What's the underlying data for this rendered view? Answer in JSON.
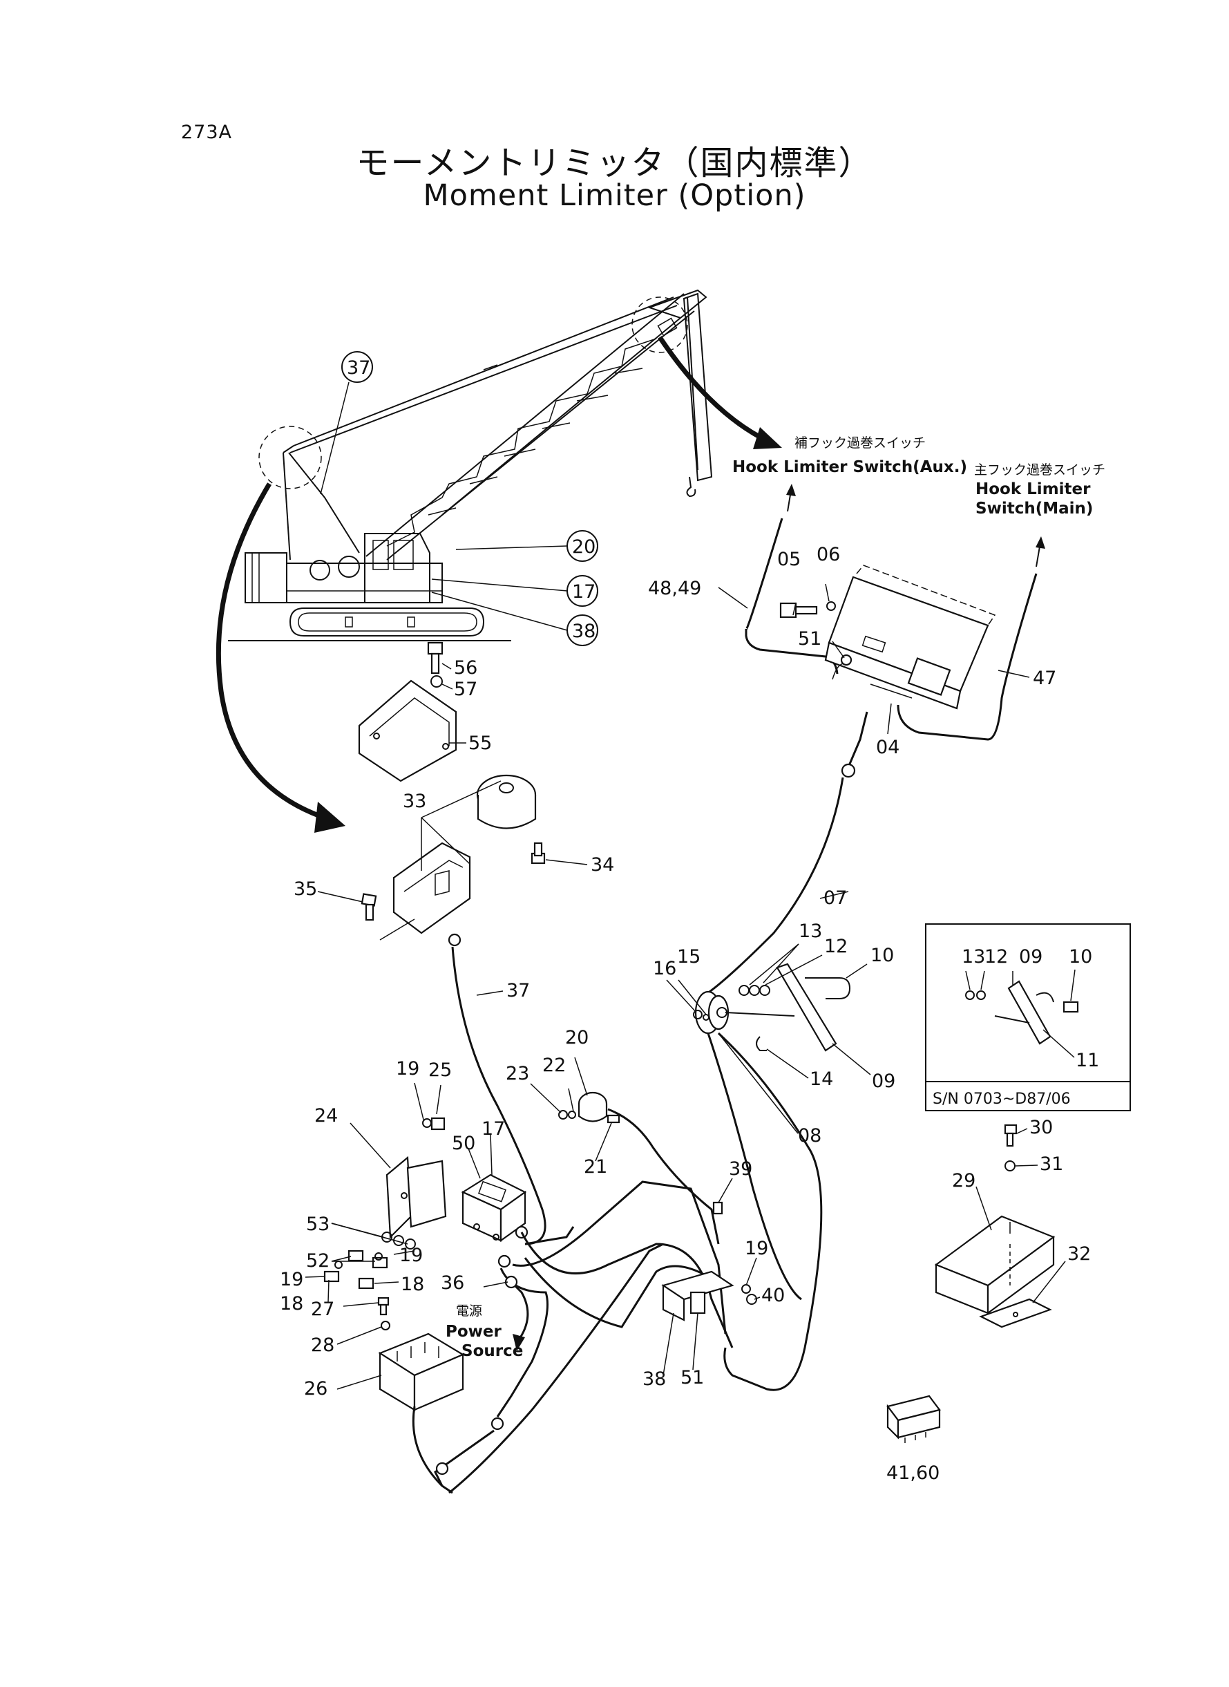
{
  "page": {
    "number": "273A",
    "title_jp": "モーメントリミッタ（国内標準）",
    "title_en": "Moment Limiter (Option)"
  },
  "annotations": {
    "hook_aux_jp": "補フック過巻スイッチ",
    "hook_aux_en": "Hook  Limiter Switch(Aux.)",
    "hook_main_jp": "主フック過巻スイッチ",
    "hook_main_en_1": "Hook Limiter",
    "hook_main_en_2": "Switch(Main)",
    "power_jp": "電源",
    "power_en_1": "Power",
    "power_en_2": "Source",
    "inset_serial": "S/N  0703~D87/06"
  },
  "callouts": {
    "c37": "37",
    "c20": "20",
    "c17": "17",
    "c38": "38"
  },
  "parts": {
    "p05": "05",
    "p06": "06",
    "p48_49": "48,49",
    "p51a": "51",
    "p04": "04",
    "p47": "47",
    "p56": "56",
    "p57": "57",
    "p55": "55",
    "p33": "33",
    "p34": "34",
    "p35": "35",
    "p07": "07",
    "p37": "37",
    "p13": "13",
    "p12": "12",
    "p10": "10",
    "p16": "16",
    "p15": "15",
    "p09": "09",
    "p14": "14",
    "p08": "08",
    "p20": "20",
    "p23": "23",
    "p22": "22",
    "p21": "21",
    "p19a": "19",
    "p25": "25",
    "p24": "24",
    "p17": "17",
    "p50": "50",
    "p53": "53",
    "p52": "52",
    "p19b": "19",
    "p19c": "19",
    "p18a": "18",
    "p18b": "18",
    "p27": "27",
    "p28": "28",
    "p26": "26",
    "p36": "36",
    "p39": "39",
    "p19d": "19",
    "p40": "40",
    "p38": "38",
    "p51b": "51",
    "i13": "13",
    "i12": "12",
    "i09": "09",
    "i10": "10",
    "i11": "11",
    "p30": "30",
    "p31": "31",
    "p29": "29",
    "p32": "32",
    "p41_60": "41,60"
  }
}
